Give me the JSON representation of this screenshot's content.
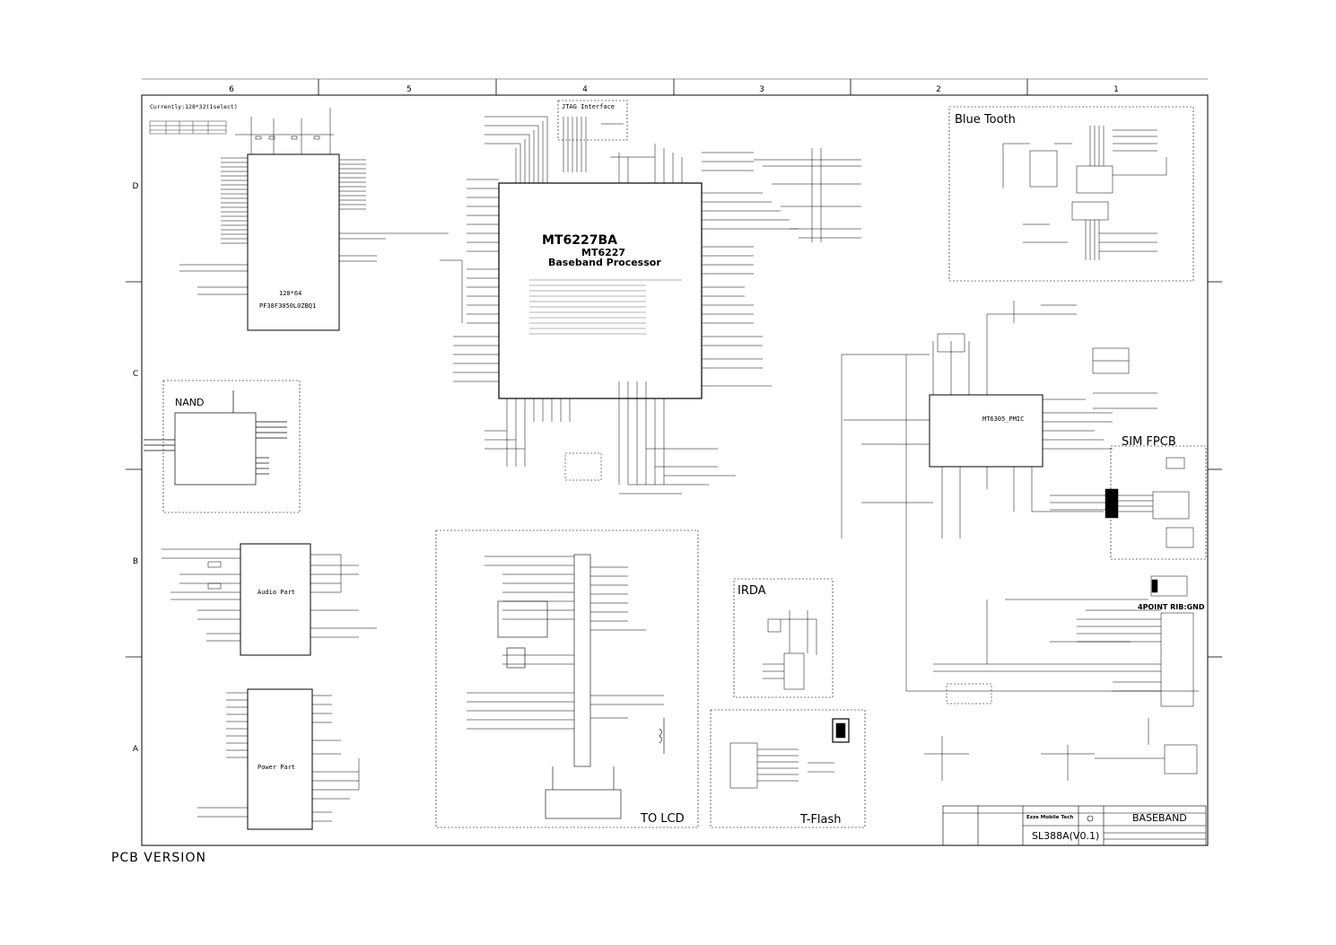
{
  "grid": {
    "columns": [
      "6",
      "5",
      "4",
      "3",
      "2",
      "1"
    ],
    "rows": [
      "D",
      "C",
      "B",
      "A"
    ]
  },
  "blocks": {
    "memory_note": "Currently:128*32(1select)",
    "memory_size": "128*64",
    "memory_part": "PF38F3050L0ZBQ1",
    "jtag": "JTAG Interface",
    "bb_line1": "MT6227BA",
    "bb_line2": "MT6227",
    "bb_line3": "Baseband Processor",
    "bluetooth": "Blue Tooth",
    "nand": "NAND",
    "pmic": "MT6305_PMIC",
    "sim": "SIM FPCB",
    "audio_port": "Audio Part",
    "power_port": "Power Part",
    "irda": "IRDA",
    "lcd": "TO LCD",
    "tflash": "T-Flash",
    "connector": "4POINT RIB:GND"
  },
  "title_block": {
    "company": "Ezze Mobile Tech",
    "title": "BASEBAND",
    "model": "SL388A(V0.1)"
  },
  "footer": "PCB VERSION"
}
